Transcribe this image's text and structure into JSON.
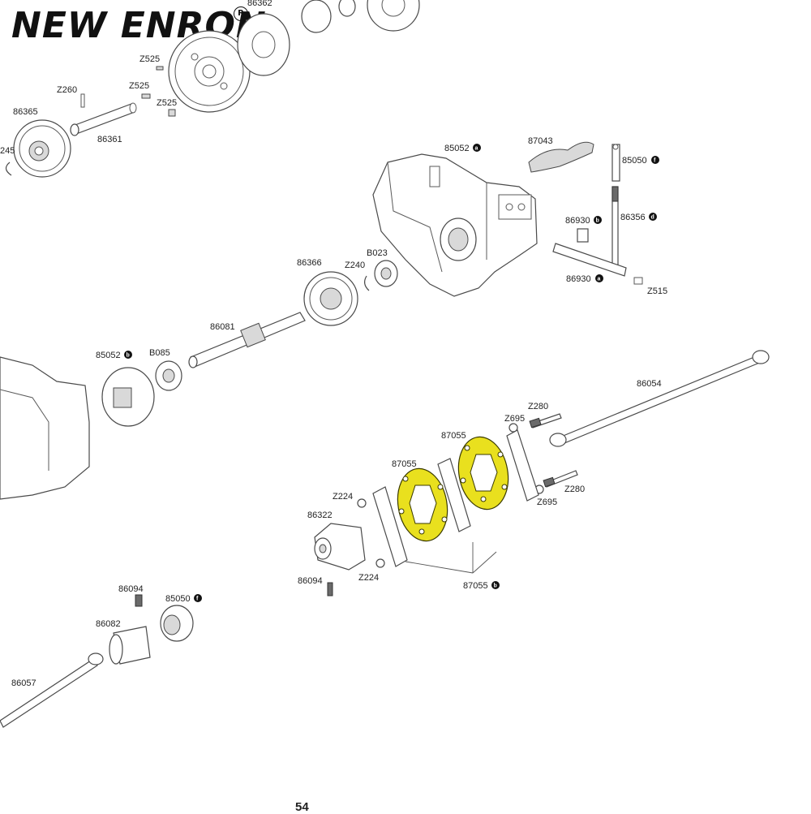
{
  "brand": {
    "name": "NEW ENRON",
    "registered_mark": "R"
  },
  "page_number": "54",
  "highlight_color": "#e9e01e",
  "labels": [
    {
      "id": "86362",
      "text": "86362",
      "badge": ""
    },
    {
      "id": "z525a",
      "text": "Z525",
      "badge": ""
    },
    {
      "id": "z260",
      "text": "Z260",
      "badge": ""
    },
    {
      "id": "z525b",
      "text": "Z525",
      "badge": ""
    },
    {
      "id": "z525c",
      "text": "Z525",
      "badge": ""
    },
    {
      "id": "86365",
      "text": "86365",
      "badge": ""
    },
    {
      "id": "86361",
      "text": "86361",
      "badge": ""
    },
    {
      "id": "245",
      "text": "245",
      "badge": ""
    },
    {
      "id": "85052top",
      "text": "85052",
      "badge": "a"
    },
    {
      "id": "87043",
      "text": "87043",
      "badge": ""
    },
    {
      "id": "85050top",
      "text": "85050",
      "badge": "f"
    },
    {
      "id": "86930b",
      "text": "86930",
      "badge": "b"
    },
    {
      "id": "86356",
      "text": "86356",
      "badge": "d"
    },
    {
      "id": "86930a",
      "text": "86930",
      "badge": "a"
    },
    {
      "id": "z515",
      "text": "Z515",
      "badge": ""
    },
    {
      "id": "86366",
      "text": "86366",
      "badge": ""
    },
    {
      "id": "b023",
      "text": "B023",
      "badge": ""
    },
    {
      "id": "z240",
      "text": "Z240",
      "badge": ""
    },
    {
      "id": "86081",
      "text": "86081",
      "badge": ""
    },
    {
      "id": "85052mid",
      "text": "85052",
      "badge": "b"
    },
    {
      "id": "b085",
      "text": "B085",
      "badge": ""
    },
    {
      "id": "86054",
      "text": "86054",
      "badge": ""
    },
    {
      "id": "z280a",
      "text": "Z280",
      "badge": ""
    },
    {
      "id": "z695a",
      "text": "Z695",
      "badge": ""
    },
    {
      "id": "87055a",
      "text": "87055",
      "badge": ""
    },
    {
      "id": "87055b",
      "text": "87055",
      "badge": ""
    },
    {
      "id": "z280b",
      "text": "Z280",
      "badge": ""
    },
    {
      "id": "z695b",
      "text": "Z695",
      "badge": ""
    },
    {
      "id": "z224a",
      "text": "Z224",
      "badge": ""
    },
    {
      "id": "86322",
      "text": "86322",
      "badge": ""
    },
    {
      "id": "z224b",
      "text": "Z224",
      "badge": ""
    },
    {
      "id": "86094a",
      "text": "86094",
      "badge": ""
    },
    {
      "id": "87055c",
      "text": "87055",
      "badge": "b"
    },
    {
      "id": "86094b",
      "text": "86094",
      "badge": ""
    },
    {
      "id": "85050bot",
      "text": "85050",
      "badge": "f"
    },
    {
      "id": "86082",
      "text": "86082",
      "badge": ""
    },
    {
      "id": "86057",
      "text": "86057",
      "badge": ""
    }
  ]
}
